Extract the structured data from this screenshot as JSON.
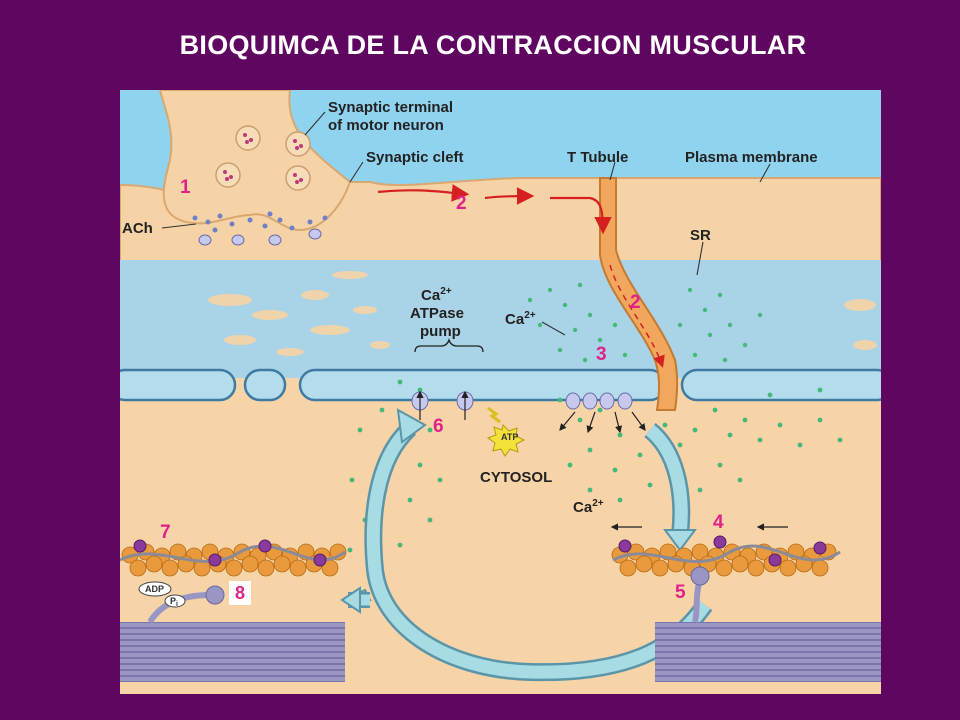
{
  "title": "BIOQUIMCA DE LA CONTRACCION MUSCULAR",
  "labels": {
    "synaptic_terminal_line1": "Synaptic terminal",
    "synaptic_terminal_line2": "of motor neuron",
    "synaptic_cleft": "Synaptic cleft",
    "t_tubule": "T Tubule",
    "plasma_membrane": "Plasma membrane",
    "sr": "SR",
    "ach": "ACh",
    "ca_pump_line1": "Ca",
    "ca_pump_sup": "2+",
    "ca_pump_line2": "ATPase",
    "ca_pump_line3": "pump",
    "ca_sr": "Ca",
    "ca_sr_sup": "2+",
    "ca_cytosol": "Ca",
    "ca_cytosol_sup": "2+",
    "cytosol": "CYTOSOL",
    "atp": "ATP",
    "adp": "ADP",
    "pi": "P",
    "pi_sub": "i"
  },
  "steps": [
    "1",
    "2",
    "2",
    "3",
    "4",
    "5",
    "6",
    "7",
    "8"
  ],
  "colors": {
    "background": "#5e0660",
    "step_number": "#e0218a",
    "extracellular": "#8fd3ef",
    "cytosol": "#f7d3a8",
    "sr": "#a9d3e6",
    "calcium_dot": "#45b97a",
    "signal_arrow": "#d62020"
  }
}
